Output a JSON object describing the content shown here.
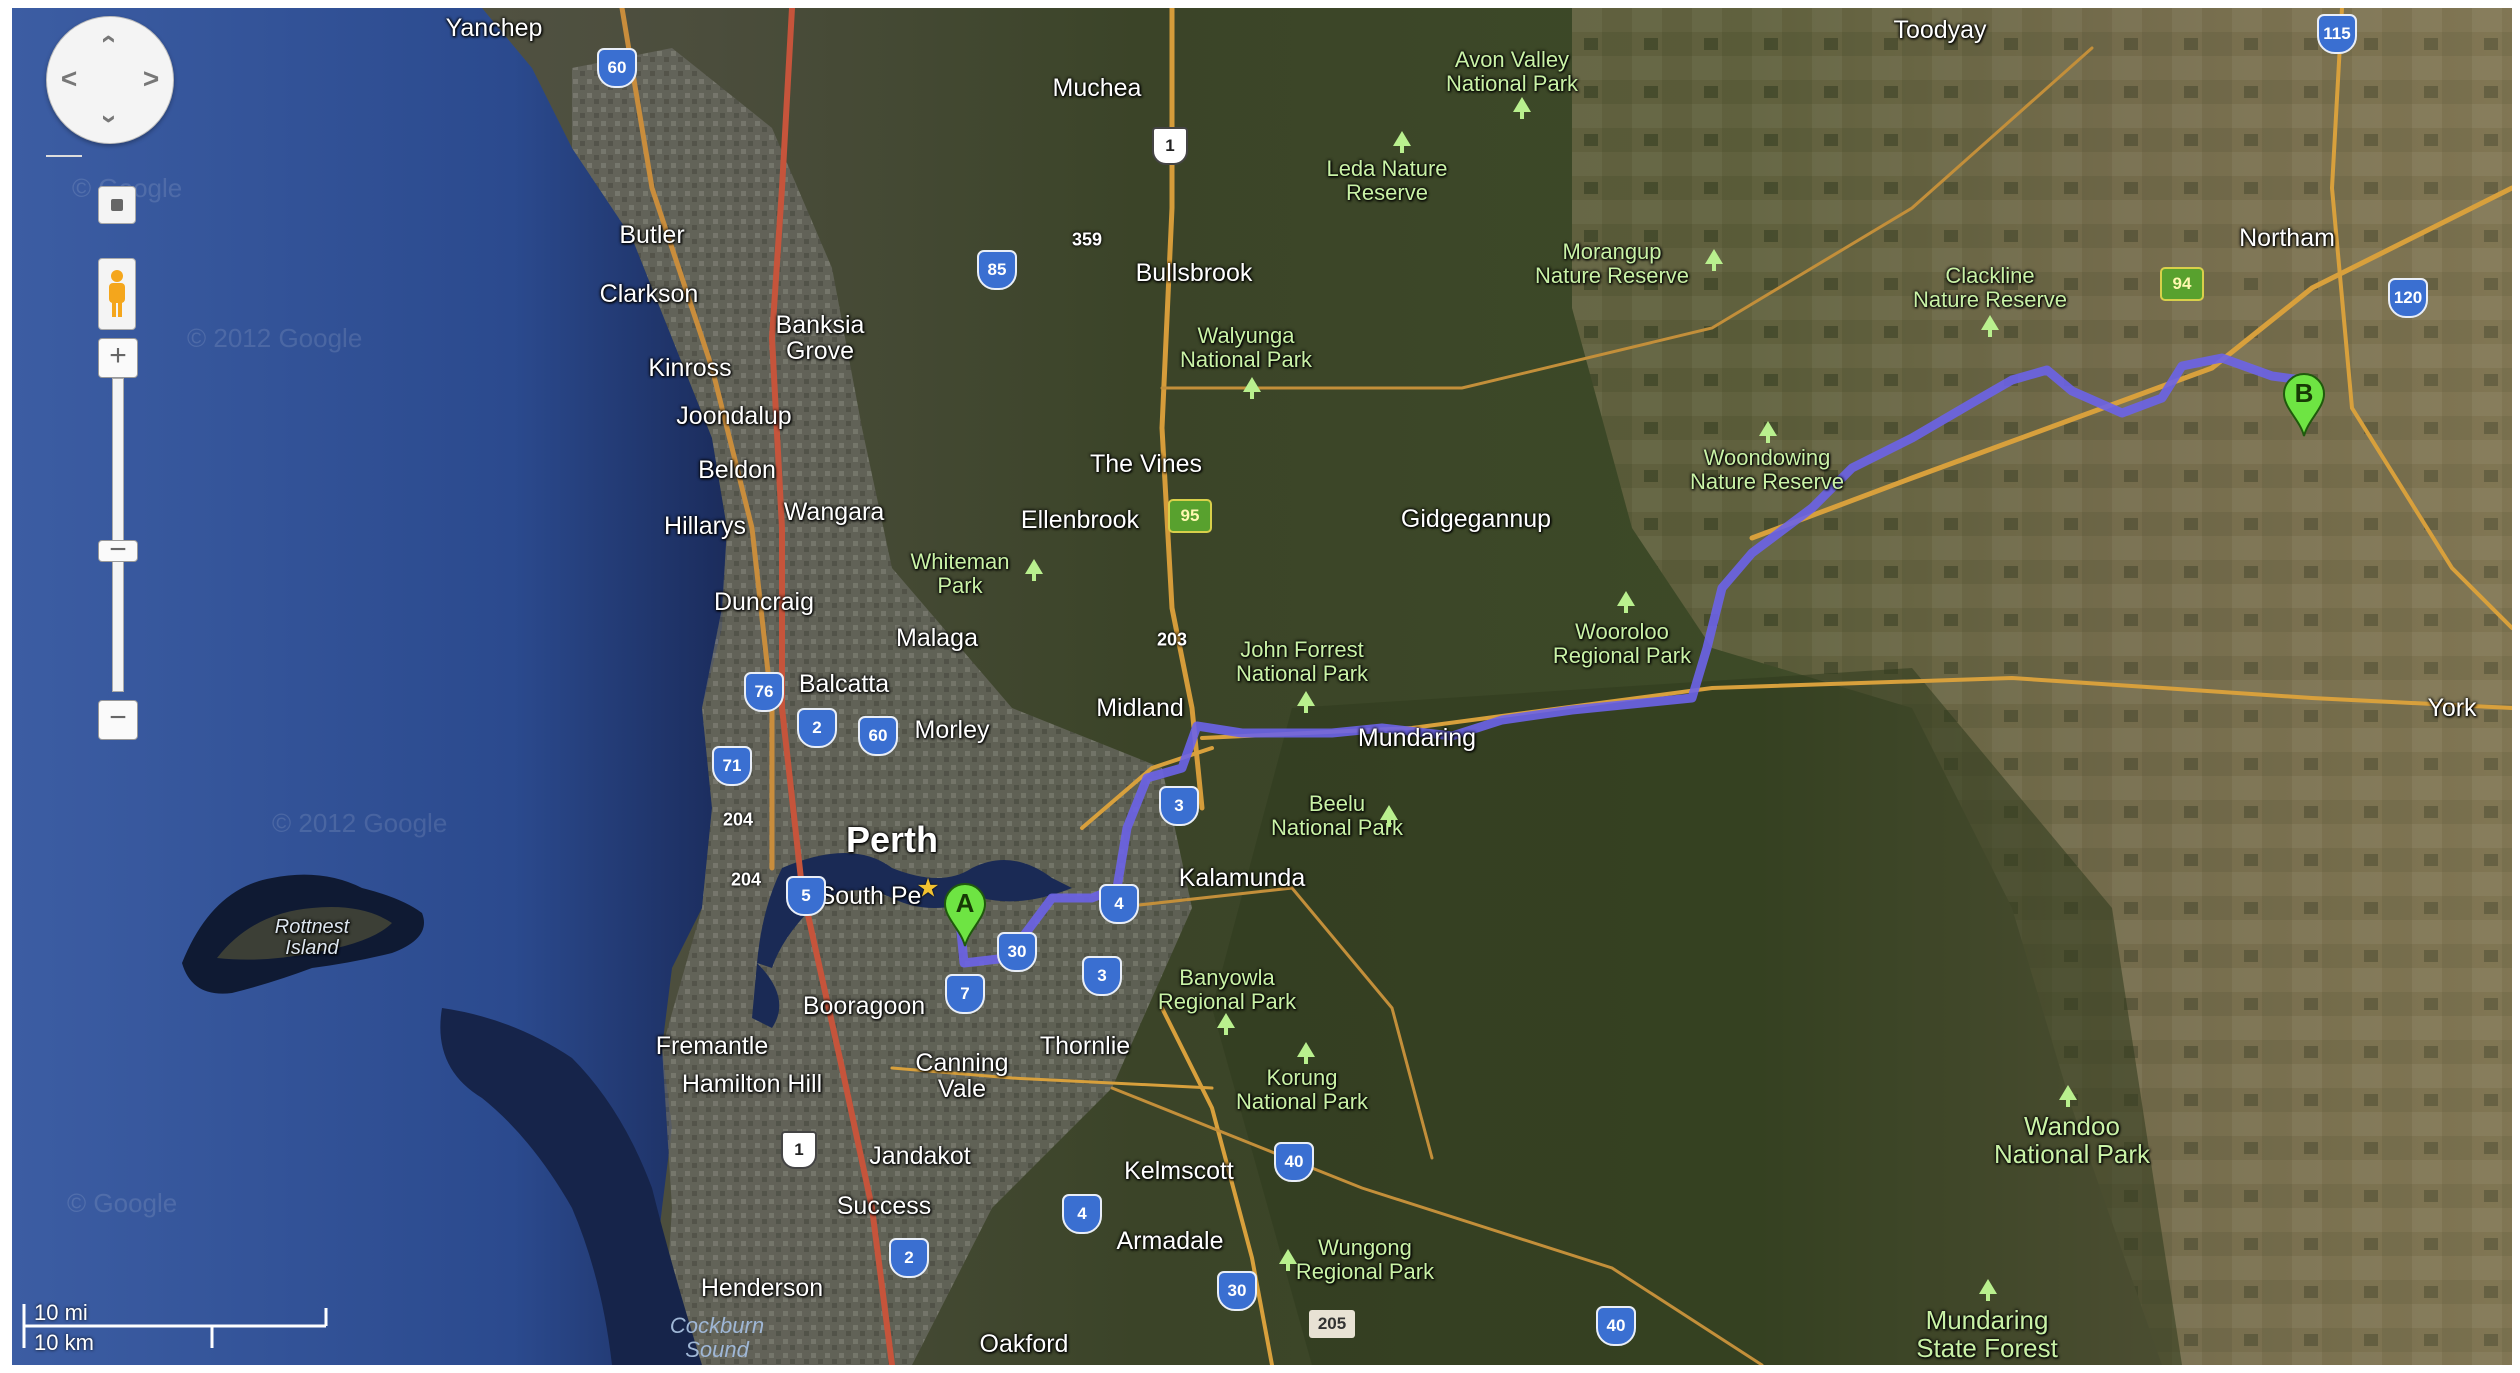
{
  "map": {
    "controls": {
      "pan_up": "‹",
      "pan_down": "›",
      "pan_left": "<",
      "pan_right": ">",
      "zoom_in": "+",
      "zoom_out": "−",
      "zoom_out_bottom": "−"
    },
    "labels": {
      "yanchep": "Yanchep",
      "muchea": "Muchea",
      "toodyay": "Toodyay",
      "avon_valley": "Avon Valley\nNational Park",
      "leda": "Leda Nature\nReserve",
      "butler": "Butler",
      "clarkson": "Clarkson",
      "banksia_grove": "Banksia\nGrove",
      "bullsbrook": "Bullsbrook",
      "morangup": "Morangup\nNature Reserve",
      "clackline": "Clackline\nNature Reserve",
      "northam": "Northam",
      "kinross": "Kinross",
      "joondalup": "Joondalup",
      "walyunga": "Walyunga\nNational Park",
      "beldon": "Beldon",
      "the_vines": "The Vines",
      "woondowing": "Woondowing\nNature Reserve",
      "hillarys": "Hillarys",
      "wangara": "Wangara",
      "ellenbrook": "Ellenbrook",
      "gidgegannup": "Gidgegannup",
      "whiteman": "Whiteman\nPark",
      "duncraig": "Duncraig",
      "malaga": "Malaga",
      "wooroloo": "Wooroloo\nRegional Park",
      "john_forrest": "John Forrest\nNational Park",
      "balcatta": "Balcatta",
      "midland": "Midland",
      "york": "York",
      "morley": "Morley",
      "mundaring": "Mundaring",
      "beelu": "Beelu\nNational Park",
      "perth": "Perth",
      "south_perth": "South Pe",
      "kalamunda": "Kalamunda",
      "rottnest": "Rottnest\nIsland",
      "banyowla": "Banyowla\nRegional Park",
      "booragoon": "Booragoon",
      "fremantle": "Fremantle",
      "canning_vale": "Canning\nVale",
      "thornlie": "Thornlie",
      "korung": "Korung\nNational Park",
      "hamilton_hill": "Hamilton Hill",
      "wandoo": "Wandoo\nNational Park",
      "jandakot": "Jandakot",
      "kelmscott": "Kelmscott",
      "success": "Success",
      "armadale": "Armadale",
      "wungong": "Wungong\nRegional Park",
      "henderson": "Henderson",
      "cockburn_sound": "Cockburn\nSound",
      "oakford": "Oakford",
      "mundaring_sf": "Mundaring\nState Forest"
    },
    "shields": {
      "s60a": "60",
      "s1": "1",
      "s115": "115",
      "s359": "359",
      "s85": "85",
      "s94": "94",
      "s120": "120",
      "s95": "95",
      "s203": "203",
      "s76": "76",
      "s2a": "2",
      "s60b": "60",
      "s71": "71",
      "s3a": "3",
      "s204a": "204",
      "s204b": "204",
      "s5": "5",
      "s4a": "4",
      "s30a": "30",
      "s3b": "3",
      "s7": "7",
      "s1b": "1",
      "s40a": "40",
      "s4b": "4",
      "s2b": "2",
      "s30b": "30",
      "s205": "205",
      "s40b": "40"
    },
    "markers": {
      "a": "A",
      "b": "B"
    },
    "scale": {
      "miles": "10 mi",
      "km": "10 km"
    },
    "ghost_text": {
      "g1": "© Google",
      "g2": "© 2012 Google",
      "g3": "© 2012 Google",
      "g4": "© Google"
    }
  }
}
